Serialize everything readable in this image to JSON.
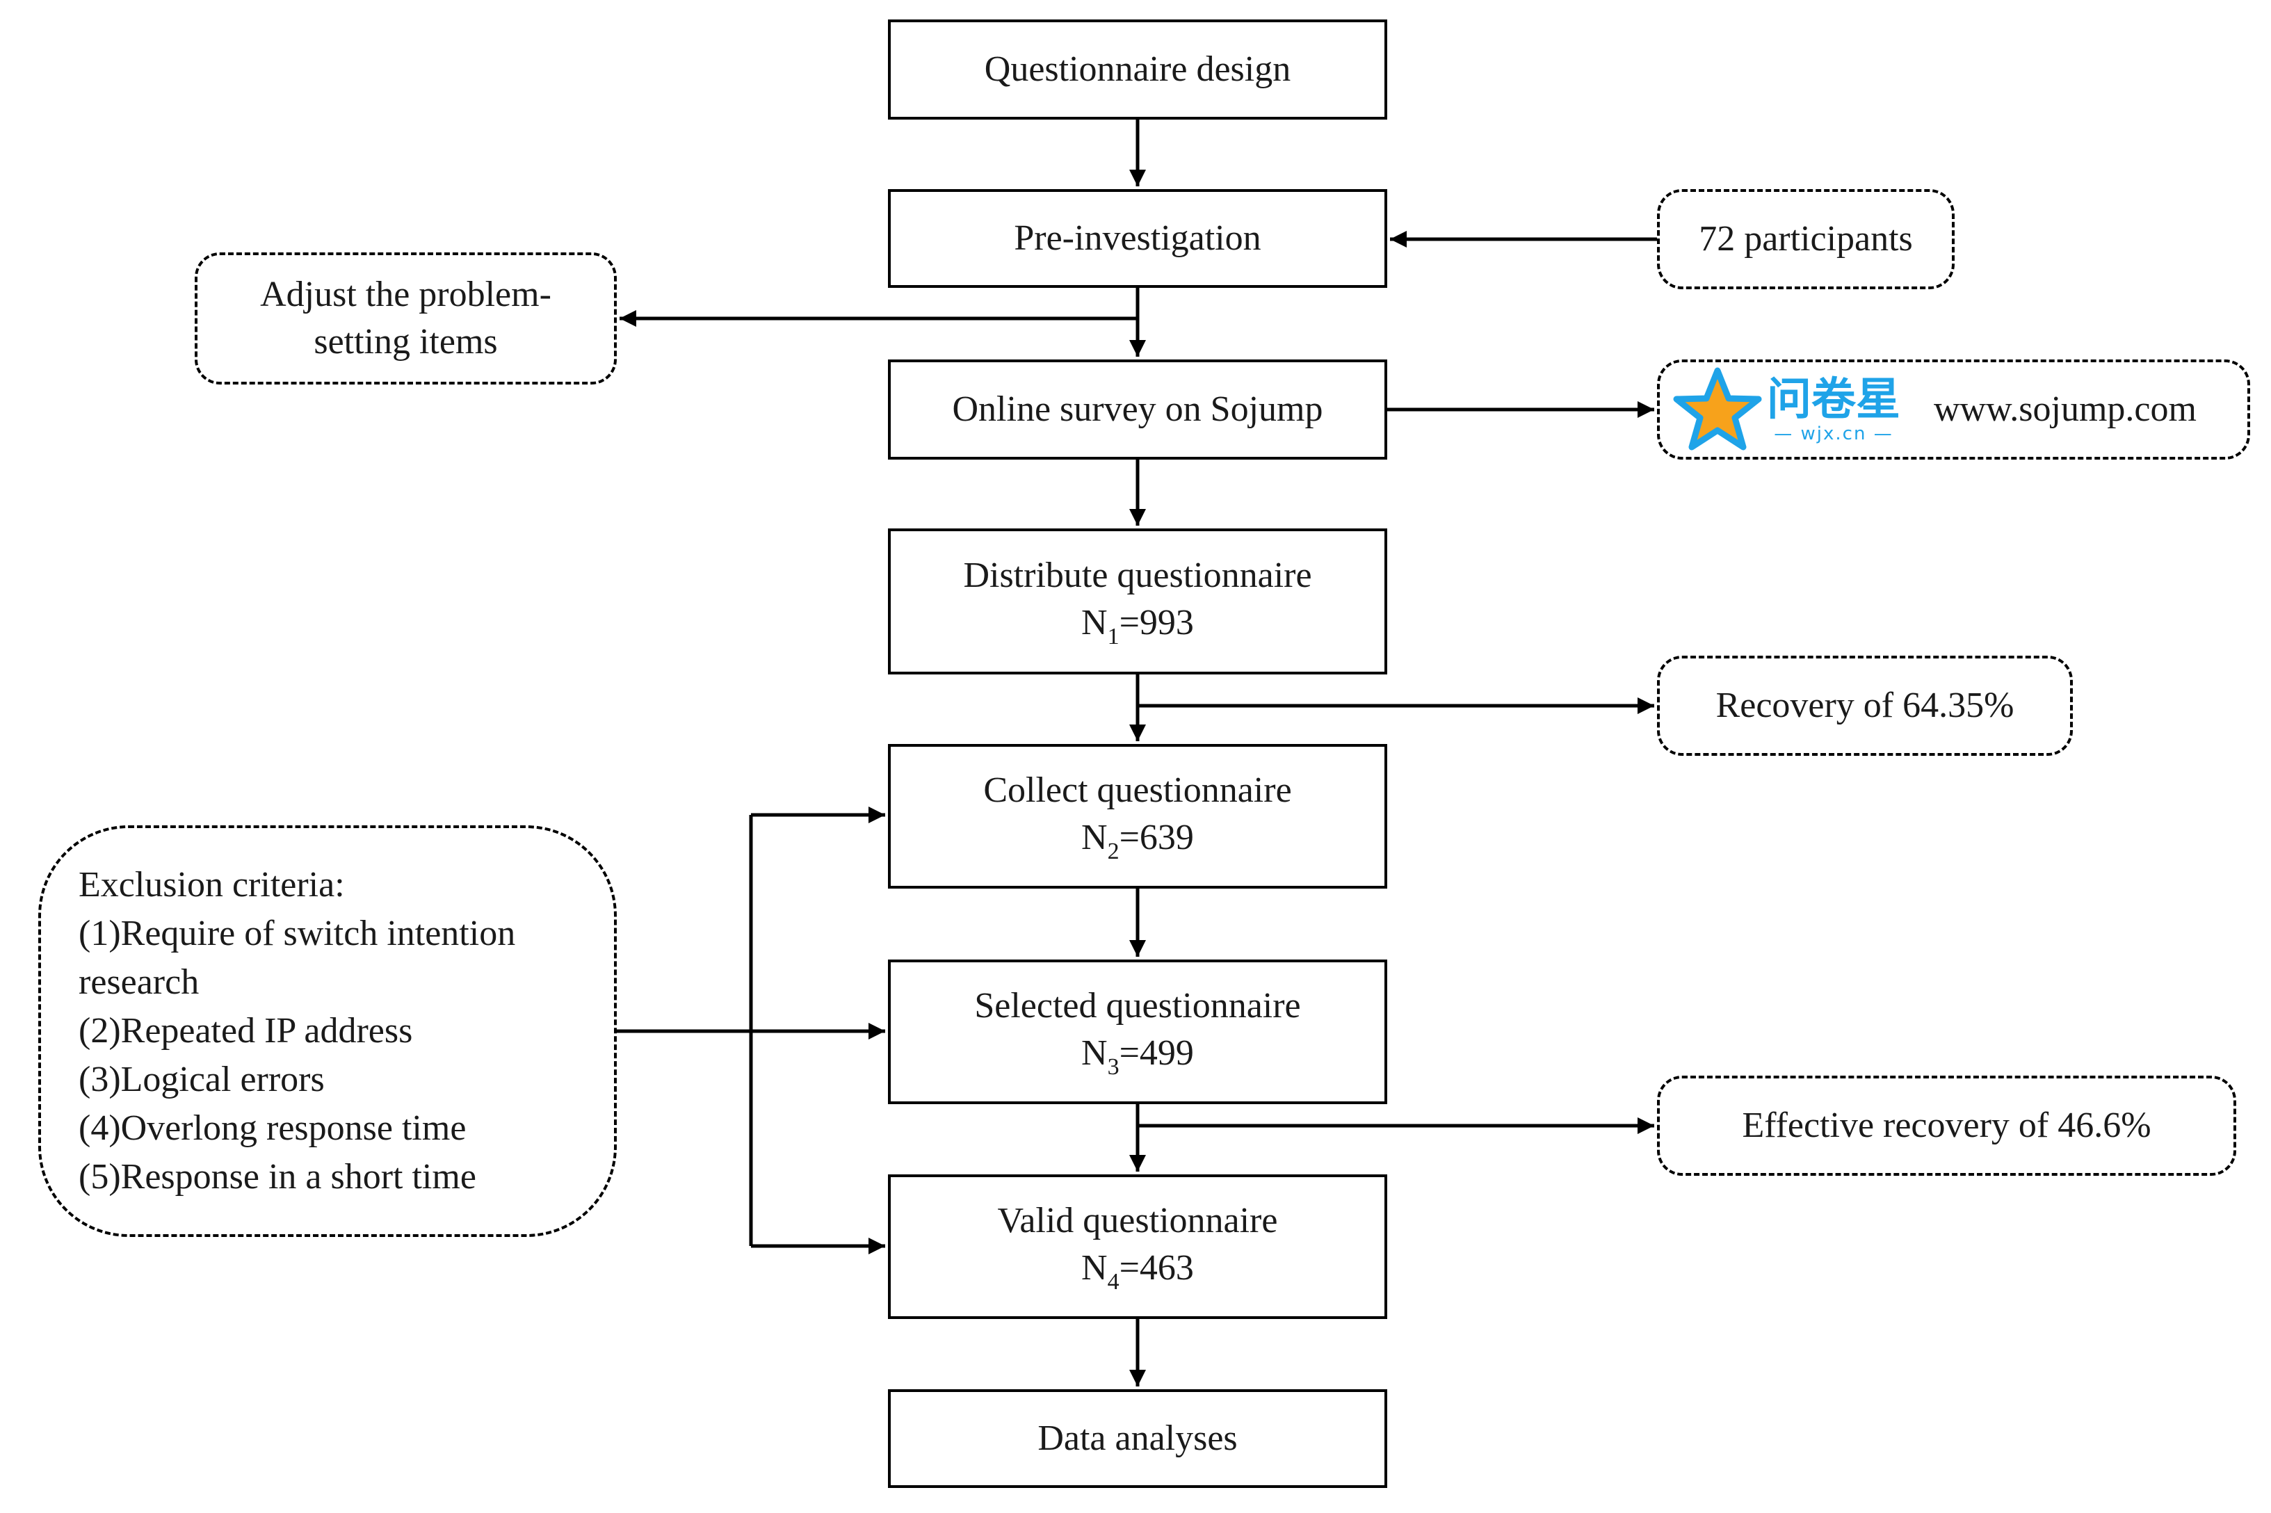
{
  "steps": {
    "design": "Questionnaire design",
    "pre": "Pre-investigation",
    "online": "Online survey on Sojump",
    "distribute": {
      "label": "Distribute questionnaire",
      "n": "N",
      "sub": "1",
      "value": "=993"
    },
    "collect": {
      "label": "Collect questionnaire",
      "n": "N",
      "sub": "2",
      "value": "=639"
    },
    "selected": {
      "label": "Selected questionnaire",
      "n": "N",
      "sub": "3",
      "value": "=499"
    },
    "valid": {
      "label": "Valid questionnaire",
      "n": "N",
      "sub": "4",
      "value": "=463"
    },
    "analyses": "Data analyses"
  },
  "side": {
    "participants": "72 participants",
    "adjust": [
      "Adjust the problem-",
      "setting items"
    ],
    "logo_cn": "问卷星",
    "logo_en": "— wjx.cn —",
    "url": "www.sojump.com",
    "recovery": "Recovery of 64.35%",
    "effective": "Effective recovery of 46.6%"
  },
  "exclusion": {
    "title": "Exclusion criteria:",
    "items": [
      "(1)Require of switch intention",
      "research",
      "(2)Repeated IP address",
      "(3)Logical errors",
      "(4)Overlong response time",
      "(5)Response in a short time"
    ]
  },
  "colors": {
    "line": "#000000",
    "logo_blue": "#1fa3e8",
    "star_orange": "#f7a21b"
  },
  "icons": {
    "logo": "wjx-star-logo"
  }
}
